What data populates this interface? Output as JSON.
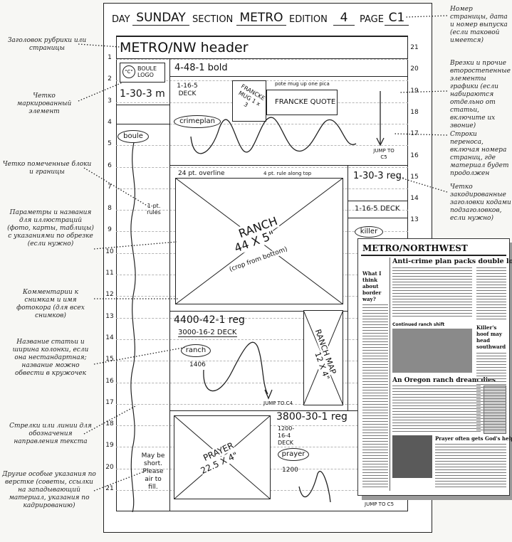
{
  "page": {
    "header": {
      "day_label": "DAY",
      "day_value": "SUNDAY",
      "section_label": "SECTION",
      "section_value": "METRO",
      "edition_label": "EDITION",
      "edition_value": "4",
      "page_label": "PAGE",
      "page_value": "C1"
    },
    "section_header": "METRO/NW header",
    "left_numbers": [
      "1",
      "2",
      "3",
      "4",
      "5",
      "6",
      "7",
      "8",
      "9",
      "10",
      "11",
      "12",
      "13",
      "14",
      "15",
      "16",
      "17",
      "18",
      "19",
      "20",
      "21"
    ],
    "right_numbers": [
      "21",
      "20",
      "19",
      "18",
      "17",
      "16",
      "15",
      "14",
      "13",
      "12",
      "11",
      "10",
      "9",
      "8",
      "7",
      "6",
      "5",
      "4",
      "3",
      "2",
      "1"
    ],
    "logo": {
      "icon_text": "\"C\"",
      "label": "BOULE LOGO"
    },
    "left_col": {
      "head": "1-30-3 m",
      "slug": "boule",
      "rules": "1-pt. rules",
      "note": "May be short. Please air to fill."
    },
    "story1": {
      "head": "4-48-1 bold",
      "deck": "1-16-5 DECK",
      "mug": "FRANCKE MUG 1 x 3",
      "mug_note": "pote mug up one pica",
      "quote": "FRANCKE QUOTE",
      "slug": "crimeplan",
      "jump": "JUMP TO C5"
    },
    "photo": {
      "overline": "24 pt. overline",
      "rule_note": "4 pt. rule along top",
      "label": "RANCH",
      "size": "44 X 5\"",
      "crop": "(crop from bottom)"
    },
    "right_col": {
      "head": "1-30-3 reg.",
      "deck": "1-16-5 DECK",
      "slug": "killer"
    },
    "story2": {
      "head": "4400-42-1 reg",
      "deck": "3000-16-2 DECK",
      "slug": "ranch",
      "slug_num": "1406",
      "map_label": "RANCH MAP",
      "map_size": "12 X 4\"",
      "jump": "JUMP TO C4"
    },
    "story3": {
      "head": "3800-30-1 reg",
      "deck": "1200-16-4 DECK",
      "slug": "prayer",
      "slug_num": "1200",
      "photo_label": "PRAYER",
      "photo_size": "22.5 X 4\"",
      "jump": "JUMP TO C5"
    }
  },
  "annotations_left": [
    "Заголовок рубрики или страницы",
    "Четко маркированный элемент",
    "Четко помеченные блоки и границы",
    "Параметры и названия для иллюстраций (фото, карты, таблицы) с указаниями по обрезке (если нужно)",
    "Комментарии к снимкам и имя фотокора (для всех снимков)",
    "Название статьи и ширина колонки, если она нестандартная; название можно обвести в кружочек",
    "Стрелки или линии для обозначения направления текста",
    "Другие особые указания по верстке (советы, ссылки на западывающий материал, указания по кадрированию)"
  ],
  "annotations_right": [
    "Номер страницы, дата и номер выпуска (если таковой имеется)",
    "Врезки и прочие второстепенные элементы графики (если набираются отдельно от статьи, включите их звоние)",
    "Строки переноса, включая номера страниц, где материал будет продолжен",
    "Четко закодированные заголовки кодами подзаголовков, если нужно)"
  ],
  "newspaper": {
    "masthead": "METRO/NORTHWEST",
    "sidebar_head": "What I think about border way?",
    "lead_headline": "Anti-crime plan packs double load",
    "caption": "Continued ranch shift",
    "side_headline": "Killer's hoof may head southward",
    "story2_headline": "An Oregon ranch dream dies",
    "story3_headline": "Prayer often gets God's help"
  }
}
